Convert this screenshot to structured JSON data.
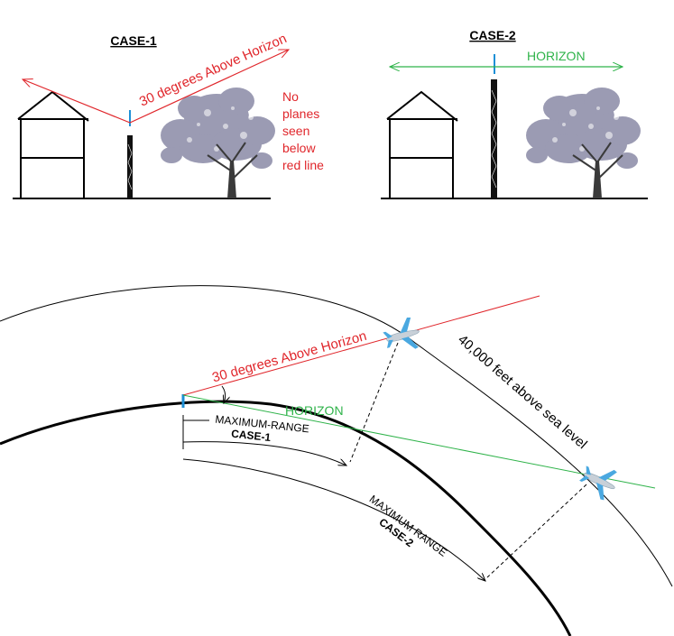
{
  "case1": {
    "title": "CASE-1",
    "angle_label": "30 degrees Above Horizon",
    "note_lines": [
      "No",
      "planes",
      "seen",
      "below",
      "red line"
    ]
  },
  "case2": {
    "title": "CASE-2",
    "horizon_label": "HORIZON"
  },
  "earth": {
    "angle_label": "30 degrees Above Horizon",
    "horizon_label": "HORIZON",
    "altitude_label": "40,000 feet above sea level",
    "range1_line1": "MAXIMUM-RANGE",
    "range1_line2": "CASE-1",
    "range2_line1": "MAXIMUM RANGE",
    "range2_line2": "CASE-2"
  },
  "colors": {
    "red": "#e0262b",
    "green": "#2fb34a",
    "blue": "#1e90d6",
    "black": "#000000",
    "tree": "#8a8aa6",
    "plane": "#4aa8e0"
  },
  "icons": [
    "house-icon",
    "mast-icon",
    "tree-icon",
    "airplane-icon"
  ]
}
